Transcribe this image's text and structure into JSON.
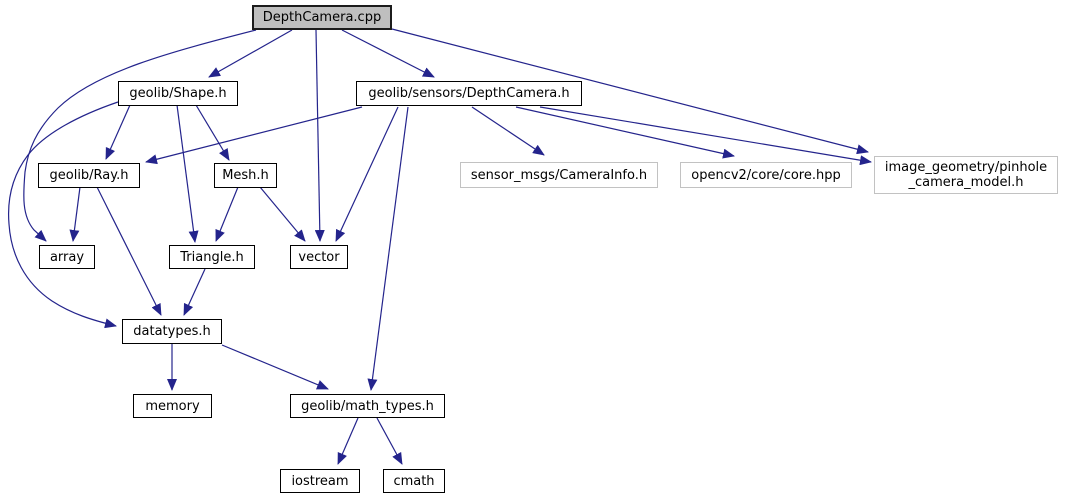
{
  "diagram": {
    "type": "include-dependency-graph",
    "root": "DepthCamera.cpp",
    "colors": {
      "edge": "#24248c",
      "main_node_fill": "#bfbfbf",
      "internal_border": "#000000",
      "external_border": "#c2c2c2",
      "node_fill": "#ffffff",
      "text": "#000000"
    },
    "nodes": [
      {
        "id": "depthcamera-cpp",
        "label": "DepthCamera.cpp",
        "kind": "main"
      },
      {
        "id": "shape-h",
        "label": "geolib/Shape.h",
        "kind": "internal"
      },
      {
        "id": "sensors-depthcamera-h",
        "label": "geolib/sensors/DepthCamera.h",
        "kind": "internal"
      },
      {
        "id": "ray-h",
        "label": "geolib/Ray.h",
        "kind": "internal"
      },
      {
        "id": "mesh-h",
        "label": "Mesh.h",
        "kind": "internal"
      },
      {
        "id": "camerainfo-h",
        "label": "sensor_msgs/CameraInfo.h",
        "kind": "external"
      },
      {
        "id": "opencv-core-hpp",
        "label": "opencv2/core/core.hpp",
        "kind": "external"
      },
      {
        "id": "pinhole-camera-model-h",
        "label": "image_geometry/pinhole_camera_model.h",
        "line1": "image_geometry/pinhole",
        "line2": "_camera_model.h",
        "kind": "external"
      },
      {
        "id": "array",
        "label": "array",
        "kind": "internal"
      },
      {
        "id": "triangle-h",
        "label": "Triangle.h",
        "kind": "internal"
      },
      {
        "id": "vector",
        "label": "vector",
        "kind": "internal"
      },
      {
        "id": "datatypes-h",
        "label": "datatypes.h",
        "kind": "internal"
      },
      {
        "id": "memory",
        "label": "memory",
        "kind": "internal"
      },
      {
        "id": "math-types-h",
        "label": "geolib/math_types.h",
        "kind": "internal"
      },
      {
        "id": "iostream",
        "label": "iostream",
        "kind": "internal"
      },
      {
        "id": "cmath",
        "label": "cmath",
        "kind": "internal"
      }
    ],
    "edges": [
      {
        "from": "DepthCamera.cpp",
        "to": "geolib/Shape.h"
      },
      {
        "from": "DepthCamera.cpp",
        "to": "geolib/sensors/DepthCamera.h"
      },
      {
        "from": "DepthCamera.cpp",
        "to": "vector"
      },
      {
        "from": "DepthCamera.cpp",
        "to": "array"
      },
      {
        "from": "DepthCamera.cpp",
        "to": "image_geometry/pinhole_camera_model.h"
      },
      {
        "from": "geolib/Shape.h",
        "to": "geolib/Ray.h"
      },
      {
        "from": "geolib/Shape.h",
        "to": "Mesh.h"
      },
      {
        "from": "geolib/Shape.h",
        "to": "Triangle.h"
      },
      {
        "from": "geolib/Shape.h",
        "to": "datatypes.h"
      },
      {
        "from": "geolib/sensors/DepthCamera.h",
        "to": "geolib/Ray.h"
      },
      {
        "from": "geolib/sensors/DepthCamera.h",
        "to": "vector"
      },
      {
        "from": "geolib/sensors/DepthCamera.h",
        "to": "geolib/math_types.h"
      },
      {
        "from": "geolib/sensors/DepthCamera.h",
        "to": "sensor_msgs/CameraInfo.h"
      },
      {
        "from": "geolib/sensors/DepthCamera.h",
        "to": "opencv2/core/core.hpp"
      },
      {
        "from": "geolib/sensors/DepthCamera.h",
        "to": "image_geometry/pinhole_camera_model.h"
      },
      {
        "from": "geolib/Ray.h",
        "to": "array"
      },
      {
        "from": "geolib/Ray.h",
        "to": "datatypes.h"
      },
      {
        "from": "Mesh.h",
        "to": "Triangle.h"
      },
      {
        "from": "Mesh.h",
        "to": "vector"
      },
      {
        "from": "Triangle.h",
        "to": "datatypes.h"
      },
      {
        "from": "datatypes.h",
        "to": "memory"
      },
      {
        "from": "datatypes.h",
        "to": "geolib/math_types.h"
      },
      {
        "from": "geolib/math_types.h",
        "to": "iostream"
      },
      {
        "from": "geolib/math_types.h",
        "to": "cmath"
      }
    ]
  }
}
